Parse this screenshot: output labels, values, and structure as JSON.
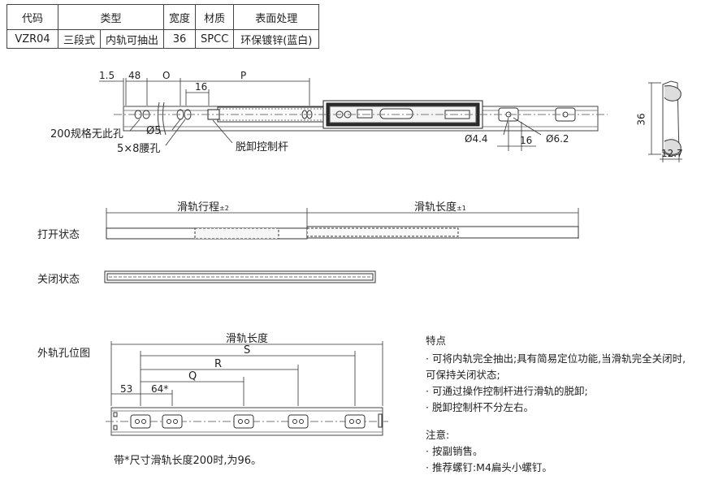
{
  "table": {
    "headers": [
      "代码",
      "类型",
      "宽度",
      "材质",
      "表面处理"
    ],
    "row": {
      "code": "VZR04",
      "type1": "三段式",
      "type2": "内轨可抽出",
      "width": "36",
      "material": "SPCC",
      "finish": "环保镀锌(蓝白)"
    }
  },
  "top_drawing": {
    "dims": {
      "d1": "1.5",
      "d2": "48",
      "d3": "O",
      "d4": "16",
      "d5": "P",
      "d6": "Ø4.4",
      "d7": "16",
      "d8": "Ø6.2",
      "width": "36",
      "thick": "12.7"
    },
    "callouts": {
      "hole200": "200规格无此孔",
      "hole5": "Ø5",
      "slot": "5×8腰孔",
      "release": "脱卸控制杆"
    }
  },
  "states": {
    "stroke": "滑轨行程",
    "stroke_tol": "±2",
    "length": "滑轨长度",
    "length_tol": "±1",
    "open": "打开状态",
    "closed": "关闭状态"
  },
  "hole_diagram": {
    "title": "外轨孔位图",
    "length": "滑轨长度",
    "S": "S",
    "R": "R",
    "Q": "Q",
    "d53": "53",
    "d64": "64*",
    "note": "带*尺寸滑轨长度200时,为96。"
  },
  "features": {
    "title": "特点",
    "items": [
      "· 可将内轨完全抽出;具有简易定位功能,当滑轨完全关闭时,",
      "  可保持关闭状态;",
      "· 可通过操作控制杆进行滑轨的脱卸;",
      "· 脱卸控制杆不分左右。"
    ]
  },
  "notice": {
    "title": "注意:",
    "items": [
      "· 按副销售。",
      "· 推荐螺钉:M4扁头小螺钉。"
    ]
  }
}
